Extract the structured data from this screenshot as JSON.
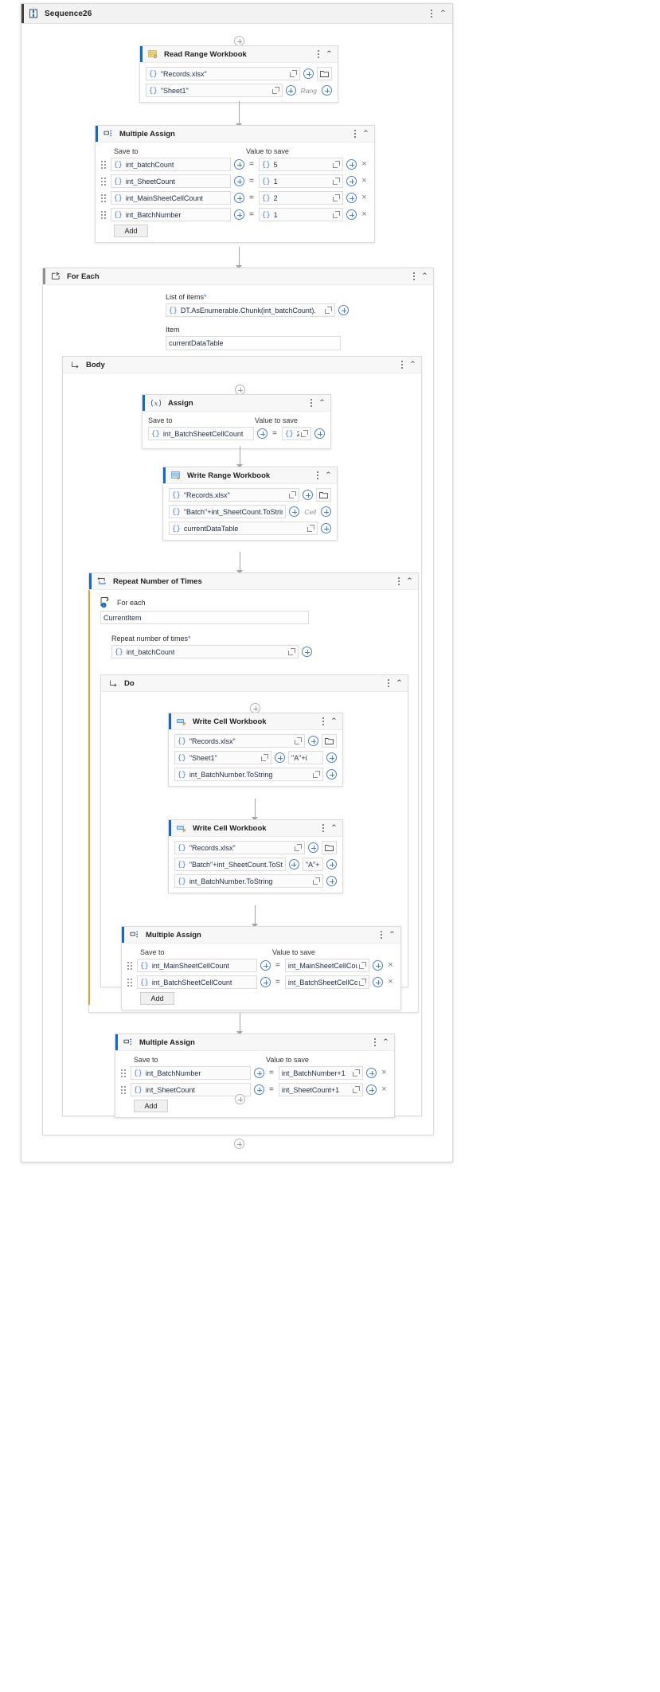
{
  "sequence": {
    "title": "Sequence26",
    "icon": "sequence-icon",
    "menu_icon": "kebab-menu-icon",
    "collapse_icon": "chevron-up-icon"
  },
  "labels": {
    "save_to": "Save to",
    "value_to_save": "Value to save",
    "add": "Add",
    "list_of_items": "List of items",
    "item": "Item",
    "for_each": "For each",
    "repeat_number_of_times": "Repeat number of times",
    "required_mark": "*",
    "equals": "=",
    "close": "×",
    "braces": "{}",
    "range_hint": "Rang"
  },
  "read_range": {
    "title": "Read Range Workbook",
    "workbook": "\"Records.xlsx\"",
    "sheet": "\"Sheet1\""
  },
  "multiple_assign_1": {
    "title": "Multiple Assign",
    "rows": [
      {
        "target": "int_batchCount",
        "value": "5"
      },
      {
        "target": "int_SheetCount",
        "value": "1"
      },
      {
        "target": "int_MainSheetCellCount",
        "value": "2"
      },
      {
        "target": "int_BatchNumber",
        "value": "1"
      }
    ]
  },
  "for_each": {
    "title": "For Each",
    "list_of_items": "DT.AsEnumerable.Chunk(int_batchCount).",
    "item": "currentDataTable",
    "body_title": "Body"
  },
  "assign": {
    "title": "Assign",
    "target": "int_BatchSheetCellCount",
    "value": "2"
  },
  "write_range": {
    "title": "Write Range Workbook",
    "workbook": "\"Records.xlsx\"",
    "sheet": "\"Batch\"+int_SheetCount.ToStrin",
    "cell_hint": "Cell",
    "data": "currentDataTable"
  },
  "repeat": {
    "title": "Repeat Number of Times",
    "for_each_label": "For each",
    "current_item": "CurrentItem",
    "repeat_count": "int_batchCount",
    "do_title": "Do"
  },
  "write_cell_1": {
    "title": "Write Cell Workbook",
    "workbook": "\"Records.xlsx\"",
    "sheet": "\"Sheet1\"",
    "cell": "\"A\"+i",
    "value": "int_BatchNumber.ToString"
  },
  "write_cell_2": {
    "title": "Write Cell Workbook",
    "workbook": "\"Records.xlsx\"",
    "sheet": "\"Batch\"+int_SheetCount.ToStrin",
    "cell": "\"A\"+i",
    "value": "int_BatchNumber.ToString"
  },
  "multiple_assign_2": {
    "title": "Multiple Assign",
    "rows": [
      {
        "target": "int_MainSheetCellCount",
        "value": "int_MainSheetCellCou"
      },
      {
        "target": "int_BatchSheetCellCount",
        "value": "int_BatchSheetCellCou"
      }
    ]
  },
  "multiple_assign_3": {
    "title": "Multiple Assign",
    "rows": [
      {
        "target": "int_BatchNumber",
        "value": "int_BatchNumber+1"
      },
      {
        "target": "int_SheetCount",
        "value": "int_SheetCount+1"
      }
    ]
  },
  "colors": {
    "accent_blue": "#1668c1",
    "rail_orange": "#e0a22c",
    "expression_blue": "#4a7fd0",
    "header_gray": "#f7f7f7"
  }
}
